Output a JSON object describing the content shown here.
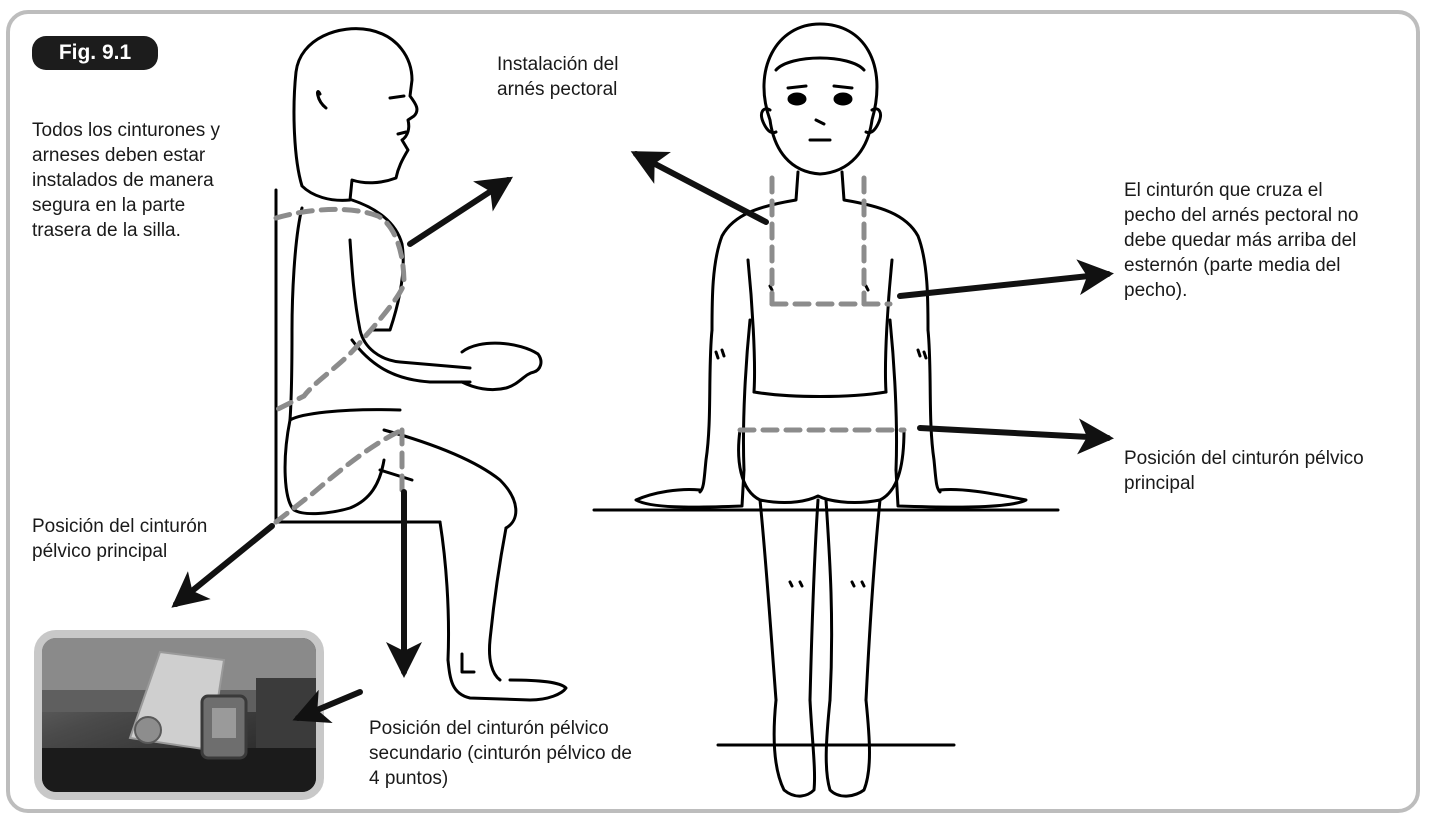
{
  "figure": {
    "label": "Fig. 9.1"
  },
  "captions": {
    "install": "Instalación del\narnés pectoral",
    "all_belts": "Todos los cinturones y\narneses deben estar\ninstalados de manera\nsegura en la parte\ntrasera de la silla.",
    "chest_belt": "El cinturón que cruza el\npecho del arnés pectoral no\ndebe quedar más arriba del\nesternón (parte media del\npecho).",
    "pelvic_right": "Posición del cinturón pélvico\nprincipal",
    "pelvic_left": "Posición del cinturón\npélvico principal",
    "secondary": "Posición del cinturón pélvico\nsecundario (cinturón pélvico de\n4 puntos)"
  },
  "colors": {
    "frame": "#bdbdbd",
    "badge": "#1c1c1c",
    "dashed_strap": "#8c8c8c",
    "arrow": "#111111",
    "outline": "#000000"
  },
  "icons": {
    "side_figure": "seated-child-side-view",
    "front_figure": "seated-child-front-view",
    "buckle_photo": "belt-buckle-photo"
  }
}
